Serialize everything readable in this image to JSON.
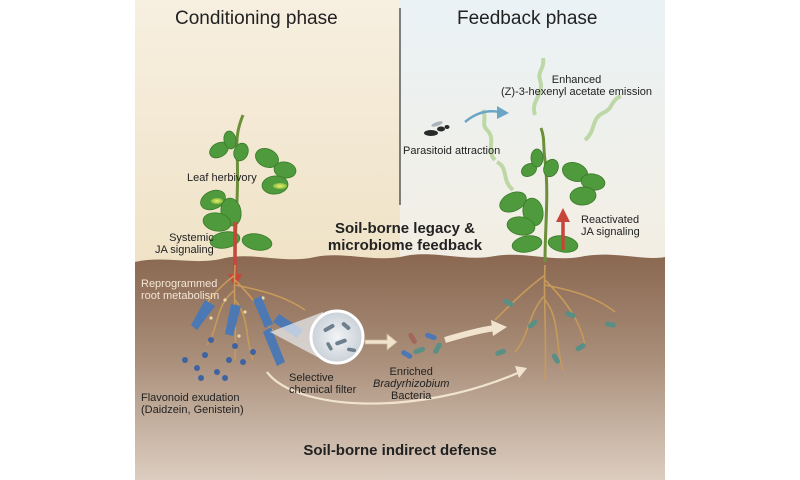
{
  "phases": {
    "left": "Conditioning phase",
    "right": "Feedback phase"
  },
  "center": {
    "legacy_line1": "Soil-borne legacy &",
    "legacy_line2": "microbiome feedback",
    "bottom_title": "Soil-borne indirect defense"
  },
  "left_labels": {
    "leaf_herbivory": "Leaf herbivory",
    "systemic_line1": "Systemic",
    "systemic_line2": "JA signaling",
    "reprogrammed_line1": "Reprogrammed",
    "reprogrammed_line2": "root metabolism",
    "flavonoid_line1": "Flavonoid exudation",
    "flavonoid_line2": "(Daidzein, Genistein)",
    "filter_line1": "Selective",
    "filter_line2": "chemical filter",
    "enriched_line1": "Enriched",
    "enriched_line2": "Bradyrhizobium",
    "enriched_line3": "Bacteria"
  },
  "right_labels": {
    "enhanced_line1": "Enhanced",
    "enhanced_line2": "(Z)-3-hexenyl acetate emission",
    "parasitoid": "Parasitoid attraction",
    "reactivated_line1": "Reactivated",
    "reactivated_line2": "JA signaling"
  },
  "colors": {
    "sky_left": "#f6ecd8",
    "sky_right": "#eef4f6",
    "soil_top": "#8c6a52",
    "soil_bottom": "#d6c6b8",
    "leaf": "#4f9a3c",
    "root": "#c79a5a",
    "flavonoid_dot": "#3f63a0",
    "bacteria": "#5a8f86",
    "ja_arrow": "#c8453a",
    "exudate_arrow": "#4c78b4",
    "volatile": "#96c46c"
  },
  "icons": [
    "parasitoid-wasp-icon",
    "bacteria-icon",
    "magnifier-lens-icon"
  ]
}
